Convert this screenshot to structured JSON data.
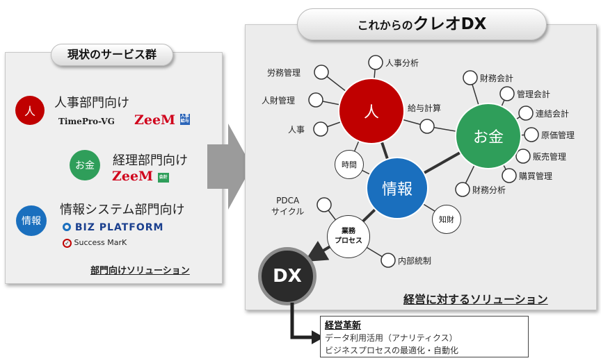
{
  "left_panel": {
    "title": "現状のサービス群",
    "footer": "部門向けソリューション",
    "groups": [
      {
        "badge": "人",
        "label": "人事部門向け",
        "color": "#c00000",
        "logos": [
          "TimePro-VG",
          "ZeeM",
          "人事給与"
        ]
      },
      {
        "badge": "お金",
        "label": "経理部門向け",
        "color": "#2f9e5a",
        "logos": [
          "ZeeM",
          "会計"
        ]
      },
      {
        "badge": "情報",
        "label": "情報システム部門向け",
        "color": "#1a6fbe",
        "logos": [
          "BIZ PLATFORM",
          "Success MarK"
        ]
      }
    ]
  },
  "right_panel": {
    "title_prefix": "これからの",
    "title_main": "クレオDX",
    "footer": "経営に対するソリューション"
  },
  "diagram": {
    "hubs": {
      "hito": "人",
      "okane": "お金",
      "joho": "情報",
      "dx": "DX",
      "gyomu": "業務\nプロセス"
    },
    "small_nodes": {
      "jikan": "時間",
      "chizai": "知財"
    },
    "hito_items": [
      "労務管理",
      "人事分析",
      "人財管理",
      "給与計算",
      "人事"
    ],
    "okane_items": [
      "財務会計",
      "管理会計",
      "連結会計",
      "原価管理",
      "販売管理",
      "購買管理",
      "財務分析"
    ],
    "gyomu_items": [
      "PDCA\nサイクル",
      "内部統制"
    ]
  },
  "result_box": {
    "heading": "経営革新",
    "line1": "データ利用活用（アナリティクス）",
    "line2": "ビジネスプロセスの最適化・自動化"
  }
}
